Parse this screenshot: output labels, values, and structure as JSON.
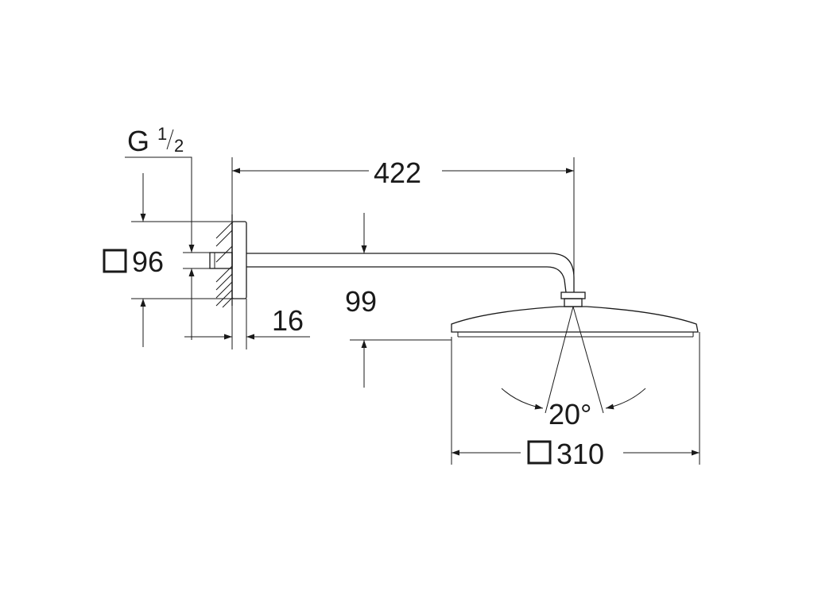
{
  "labels": {
    "thread_prefix": "G",
    "thread_fraction_num": "1",
    "thread_fraction_den": "2",
    "flange_size": "96",
    "arm_length": "422",
    "drop_height": "99",
    "flange_depth": "16",
    "tilt_angle": "20°",
    "head_size": "310"
  },
  "symbols": {
    "flange_size_shape": "square-icon",
    "head_size_shape": "square-icon"
  }
}
